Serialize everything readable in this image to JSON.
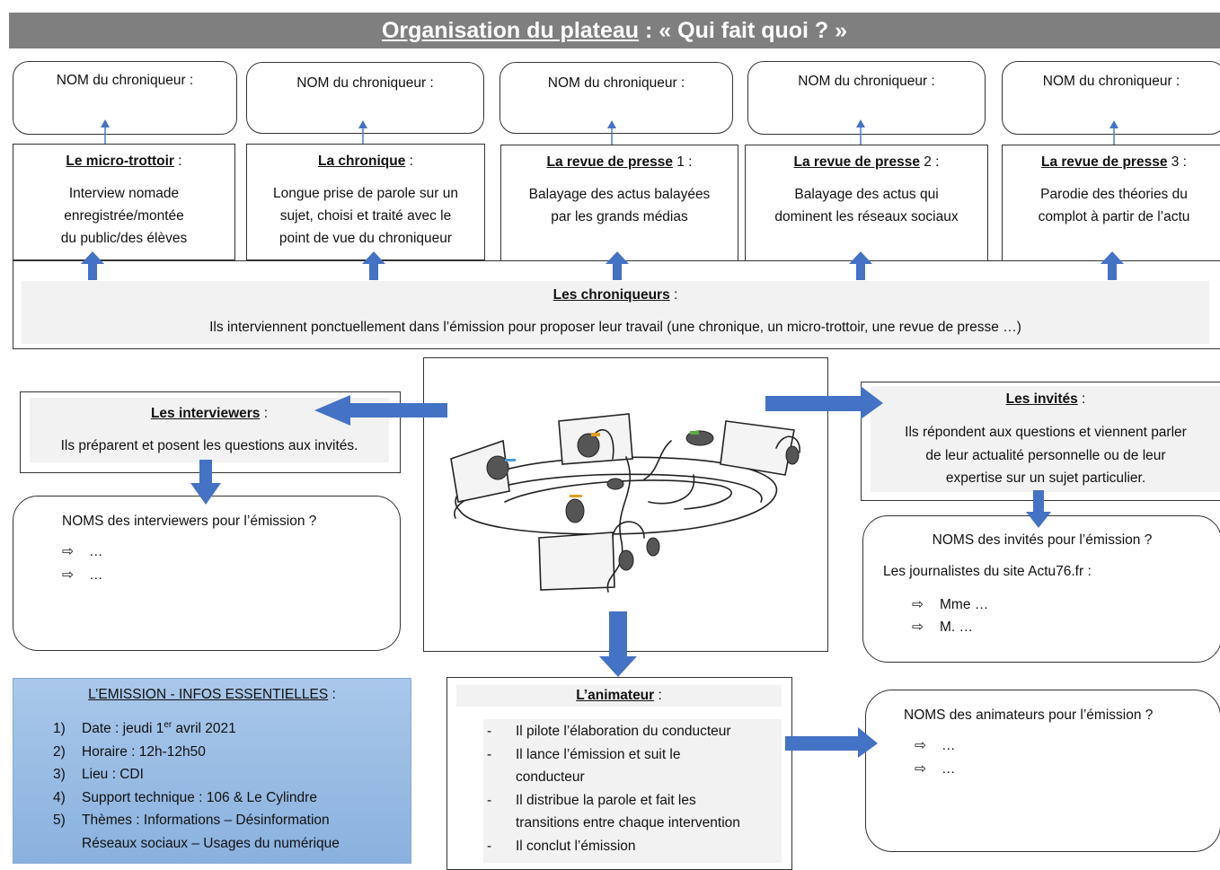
{
  "header": {
    "title_underlined": "Organisation du plateau",
    "title_rest": " : « Qui fait quoi ? »"
  },
  "top": {
    "name_label": "NOM du chroniqueur :",
    "cards": [
      {
        "title": "Le micro-trottoir",
        "suffix": " :",
        "lines": [
          "Interview nomade",
          "enregistrée/montée",
          "du public/des élèves"
        ]
      },
      {
        "title": "La chronique",
        "suffix": " :",
        "lines": [
          "Longue prise de parole sur un",
          "sujet, choisi et traité avec le",
          "point de vue du chroniqueur"
        ]
      },
      {
        "title": "La revue de presse",
        "suffix": " 1 :",
        "lines": [
          "Balayage des actus balayées",
          "par les grands médias"
        ]
      },
      {
        "title": "La revue de presse",
        "suffix": " 2 :",
        "lines": [
          "Balayage des actus qui",
          "dominent les réseaux sociaux"
        ]
      },
      {
        "title": "La revue de presse",
        "suffix": " 3 :",
        "lines": [
          "Parodie des théories du",
          "complot à partir de l’actu"
        ]
      }
    ]
  },
  "chroniqueurs": {
    "title": "Les chroniqueurs",
    "suffix": " :",
    "text": "Ils interviennent ponctuellement dans l’émission pour proposer leur travail (une chronique, un micro-trottoir, une revue de presse …)"
  },
  "interviewers": {
    "title": "Les interviewers",
    "suffix": " :",
    "text": "Ils préparent et posent les questions aux invités.",
    "names_title": "NOMS des interviewers pour l’émission ?",
    "items": [
      "…",
      "…"
    ]
  },
  "invites": {
    "title": "Les invités",
    "suffix": " :",
    "lines": [
      "Ils répondent aux questions et viennent parler",
      "de leur actualité personnelle ou de leur",
      "expertise sur un sujet particulier."
    ],
    "names_title": "NOMS des invités pour l’émission ?",
    "subtitle": "Les journalistes du site Actu76.fr :",
    "items": [
      "Mme …",
      "M. …"
    ]
  },
  "animateur": {
    "title": "L’animateur",
    "suffix": " :",
    "items": [
      [
        "Il pilote l’élaboration du conducteur"
      ],
      [
        "Il lance l’émission et suit le",
        "conducteur"
      ],
      [
        "Il distribue la parole et fait les",
        "transitions entre chaque intervention"
      ],
      [
        "Il conclut l’émission"
      ]
    ],
    "names_title": "NOMS des animateurs pour l’émission ?",
    "names_items": [
      "…",
      "…"
    ]
  },
  "emission": {
    "title": "L’EMISSION - INFOS ESSENTIELLES",
    "suffix": " :",
    "items": [
      {
        "num": "1)",
        "pre": "Date : jeudi 1",
        "sup": "er",
        "post": " avril 2021"
      },
      {
        "num": "2)",
        "pre": "Horaire : 12h-12h50"
      },
      {
        "num": "3)",
        "pre": "Lieu : CDI"
      },
      {
        "num": "4)",
        "pre": "Support technique : 106 & Le Cylindre"
      },
      {
        "num": "5)",
        "pre": "Thèmes : Informations – Désinformation",
        "line2": "Réseaux sociaux – Usages du numérique"
      }
    ]
  },
  "icons": {
    "bullet": "⇨",
    "arrow_color": "#4472c4"
  },
  "colors": {
    "header_bg": "#7f7f7f",
    "accent": "#4472c4",
    "panel_bg": "#f2f2f2",
    "info_bg": "#9dbde4"
  }
}
